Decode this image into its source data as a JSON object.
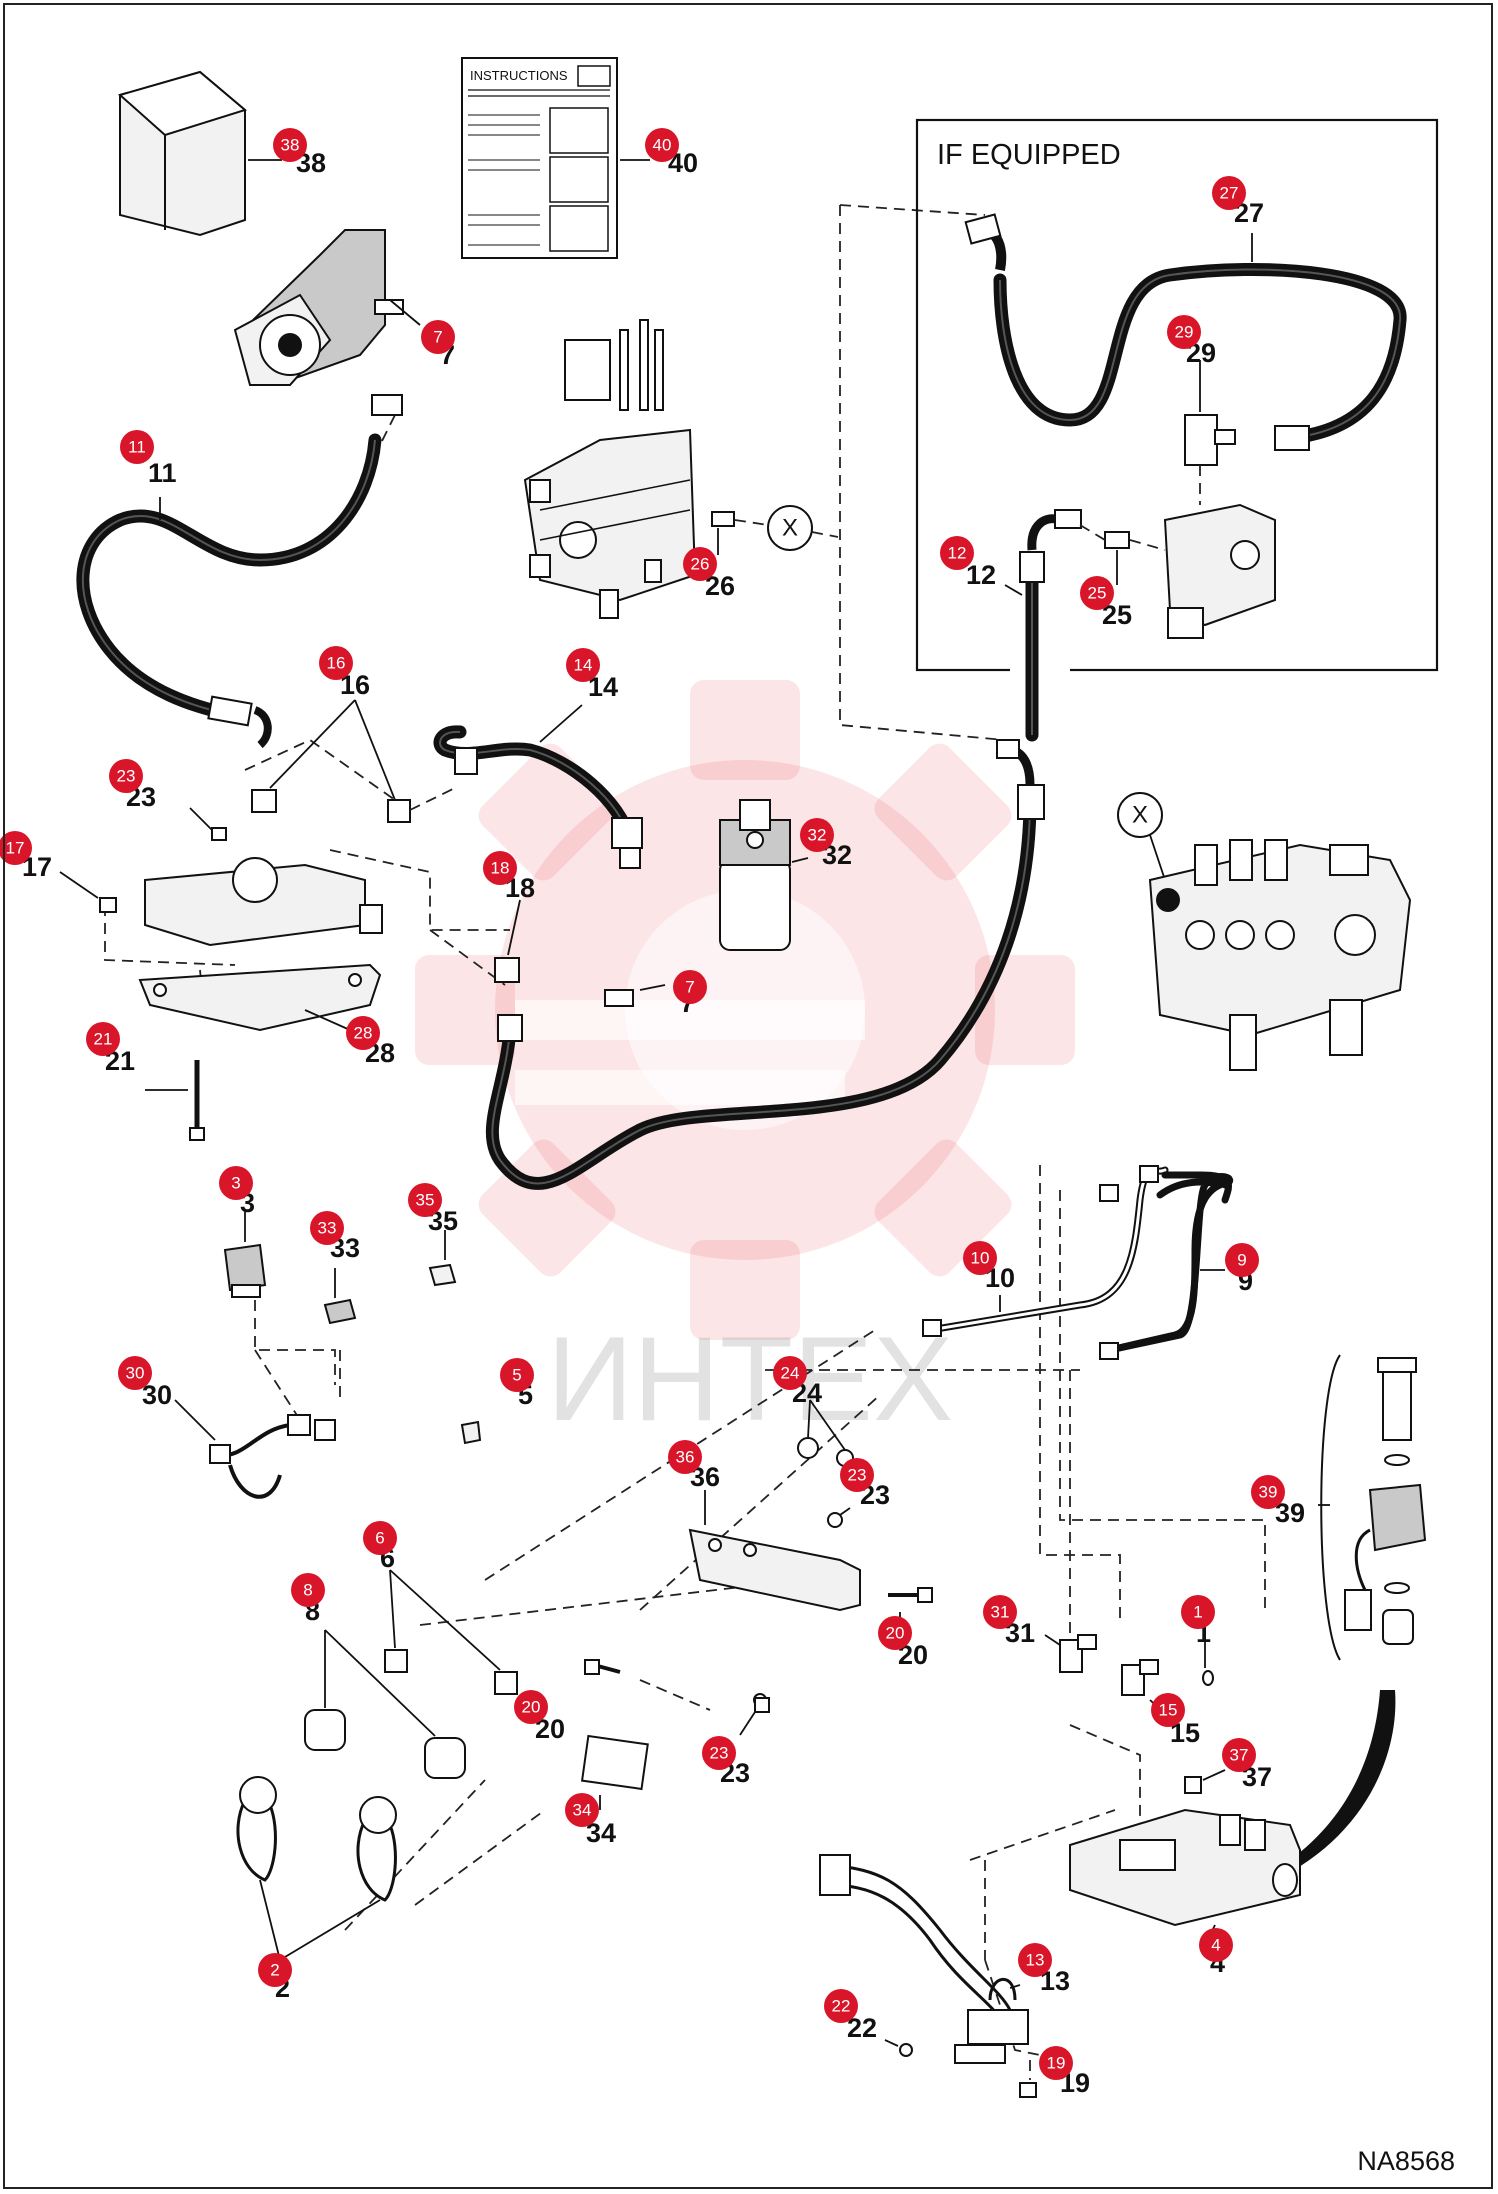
{
  "diagram_code": "NA8568",
  "watermark_text": "ИНТЕХ",
  "instructions_label": "INSTRUCTIONS",
  "if_equipped_label": "IF EQUIPPED",
  "connection_marker": "X",
  "accent_color": "#d9152a",
  "callouts": [
    {
      "id": "c38",
      "badge": "38",
      "number": "38"
    },
    {
      "id": "c40",
      "badge": "40",
      "number": "40"
    },
    {
      "id": "c7a",
      "badge": "7",
      "number": "7"
    },
    {
      "id": "c11",
      "badge": "11",
      "number": "11"
    },
    {
      "id": "c27",
      "badge": "27",
      "number": "27"
    },
    {
      "id": "c29",
      "badge": "29",
      "number": "29"
    },
    {
      "id": "c12",
      "badge": "12",
      "number": "12"
    },
    {
      "id": "c25",
      "badge": "25",
      "number": "25"
    },
    {
      "id": "c26",
      "badge": "26",
      "number": "26"
    },
    {
      "id": "c16",
      "badge": "16",
      "number": "16"
    },
    {
      "id": "c14",
      "badge": "14",
      "number": "14"
    },
    {
      "id": "c23a",
      "badge": "23",
      "number": "23"
    },
    {
      "id": "c17",
      "badge": "17",
      "number": "17"
    },
    {
      "id": "c18",
      "badge": "18",
      "number": "18"
    },
    {
      "id": "c32",
      "badge": "32",
      "number": "32"
    },
    {
      "id": "c7b",
      "badge": "7",
      "number": "7"
    },
    {
      "id": "c28",
      "badge": "28",
      "number": "28"
    },
    {
      "id": "c21",
      "badge": "21",
      "number": "21"
    },
    {
      "id": "c3",
      "badge": "3",
      "number": "3"
    },
    {
      "id": "c33",
      "badge": "33",
      "number": "33"
    },
    {
      "id": "c35",
      "badge": "35",
      "number": "35"
    },
    {
      "id": "c10",
      "badge": "10",
      "number": "10"
    },
    {
      "id": "c9",
      "badge": "9",
      "number": "9"
    },
    {
      "id": "c30",
      "badge": "30",
      "number": "30"
    },
    {
      "id": "c5",
      "badge": "5",
      "number": "5"
    },
    {
      "id": "c24",
      "badge": "24",
      "number": "24"
    },
    {
      "id": "c23b",
      "badge": "23",
      "number": "23"
    },
    {
      "id": "c36",
      "badge": "36",
      "number": "36"
    },
    {
      "id": "c39",
      "badge": "39",
      "number": "39"
    },
    {
      "id": "c6",
      "badge": "6",
      "number": "6"
    },
    {
      "id": "c8",
      "badge": "8",
      "number": "8"
    },
    {
      "id": "c20a",
      "badge": "20",
      "number": "20"
    },
    {
      "id": "c20b",
      "badge": "20",
      "number": "20"
    },
    {
      "id": "c31",
      "badge": "31",
      "number": "31"
    },
    {
      "id": "c1",
      "badge": "1",
      "number": "1"
    },
    {
      "id": "c15",
      "badge": "15",
      "number": "15"
    },
    {
      "id": "c23c",
      "badge": "23",
      "number": "23"
    },
    {
      "id": "c37",
      "badge": "37",
      "number": "37"
    },
    {
      "id": "c34",
      "badge": "34",
      "number": "34"
    },
    {
      "id": "c2",
      "badge": "2",
      "number": "2"
    },
    {
      "id": "c4",
      "badge": "4",
      "number": "4"
    },
    {
      "id": "c13",
      "badge": "13",
      "number": "13"
    },
    {
      "id": "c22",
      "badge": "22",
      "number": "22"
    },
    {
      "id": "c19",
      "badge": "19",
      "number": "19"
    }
  ]
}
